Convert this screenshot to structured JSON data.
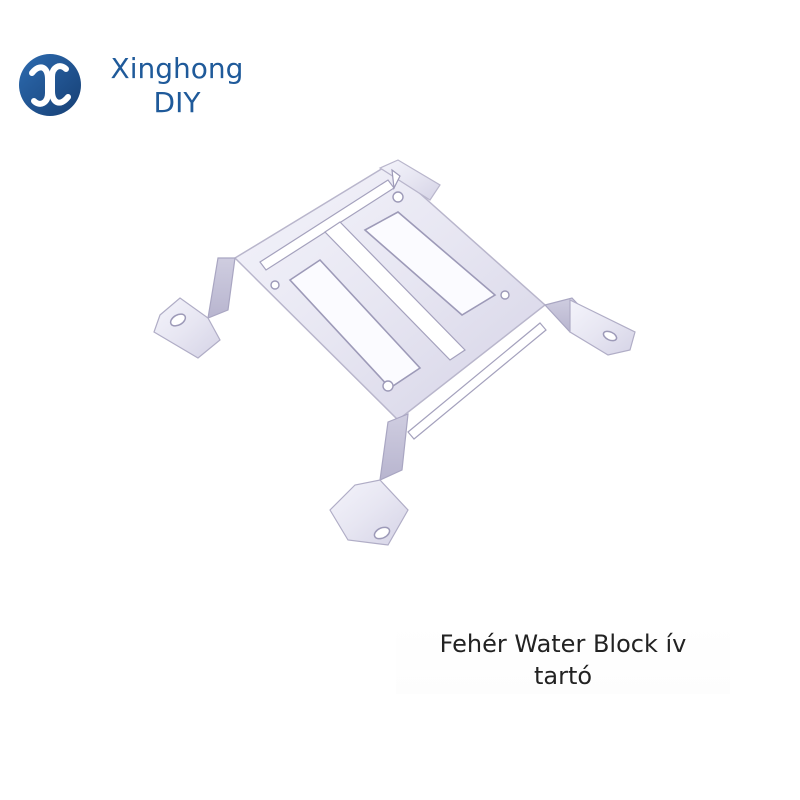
{
  "brand": {
    "name": "Xinghong",
    "sub": "DIY",
    "accent_color": "#1f5a9a",
    "icon": "logo-mark-icon"
  },
  "product": {
    "caption_line1": "Fehér Water Block ív",
    "caption_line2": "tartó",
    "image": "white-metal-mounting-bracket"
  }
}
